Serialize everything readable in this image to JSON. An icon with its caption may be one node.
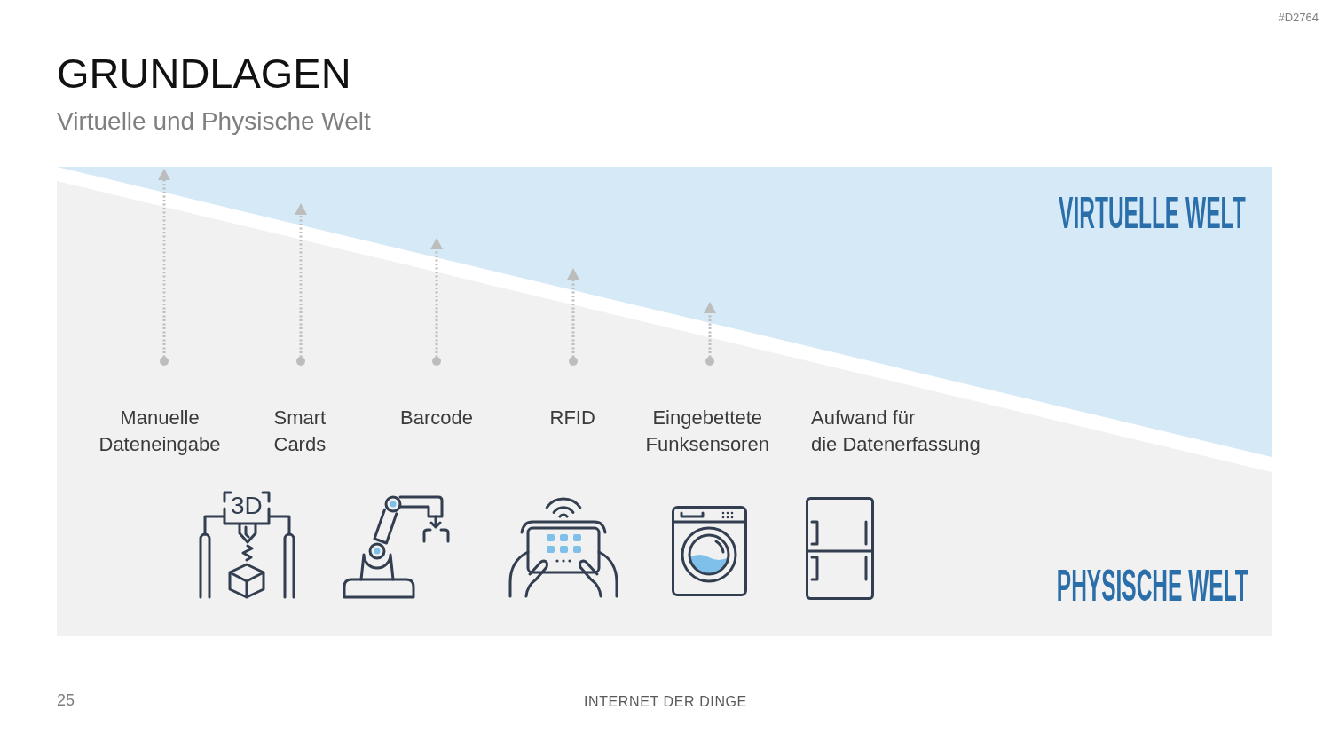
{
  "diagram": {
    "title": "GRUNDLAGEN",
    "nodes": [
      {
        "text": [
          "VIRTUELLE WELT"
        ]
      },
      {
        "text": [
          "PHYSISCHE WELT"
        ]
      }
    ],
    "edges": [
      {
        "from": 1,
        "to": 0,
        "arrow": "to",
        "style": "dashed"
      },
      {
        "from": 1,
        "to": 0,
        "arrow": "to",
        "style": "dashed"
      },
      {
        "from": 1,
        "to": 0,
        "arrow": "to",
        "style": "dashed"
      },
      {
        "from": 1,
        "to": 0,
        "arrow": "to",
        "style": "dashed"
      },
      {
        "from": 1,
        "to": 0,
        "arrow": "to",
        "style": "dashed"
      }
    ],
    "labels": [
      "#D2764",
      "Virtuelle und Physische Welt",
      "Manuelle Dateneingabe",
      "Smart Cards",
      "Barcode",
      "RFID",
      "Eingebettete Funksensoren",
      "Aufwand für die Datenerfassung",
      "3D",
      "25",
      "INTERNET DER DINGE"
    ]
  }
}
